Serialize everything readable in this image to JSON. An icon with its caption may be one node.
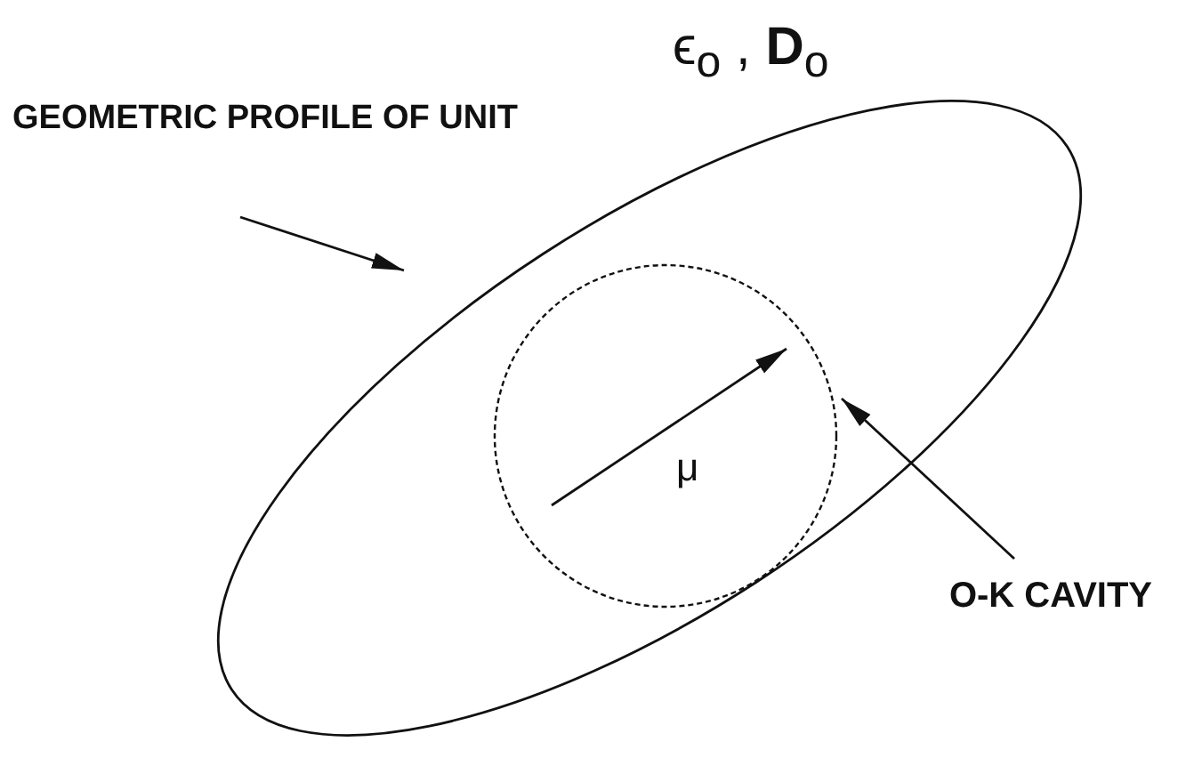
{
  "diagram": {
    "nodes": [
      {
        "text": [
          "GEOMETRIC PROFILE OF UNIT"
        ]
      },
      {
        "text": [],
        "shape": "oval"
      },
      {
        "text": [],
        "shape": "circle",
        "in": 1
      },
      {
        "text": [
          "O-K CAVITY"
        ]
      }
    ],
    "edges": [
      {
        "from": 0,
        "to": 1,
        "arrow": "to"
      },
      {
        "from": 3,
        "to": 2,
        "arrow": "to"
      }
    ],
    "labels": [
      "ϵ$_{o}$ , **D**$_{o}$",
      "μ"
    ]
  }
}
